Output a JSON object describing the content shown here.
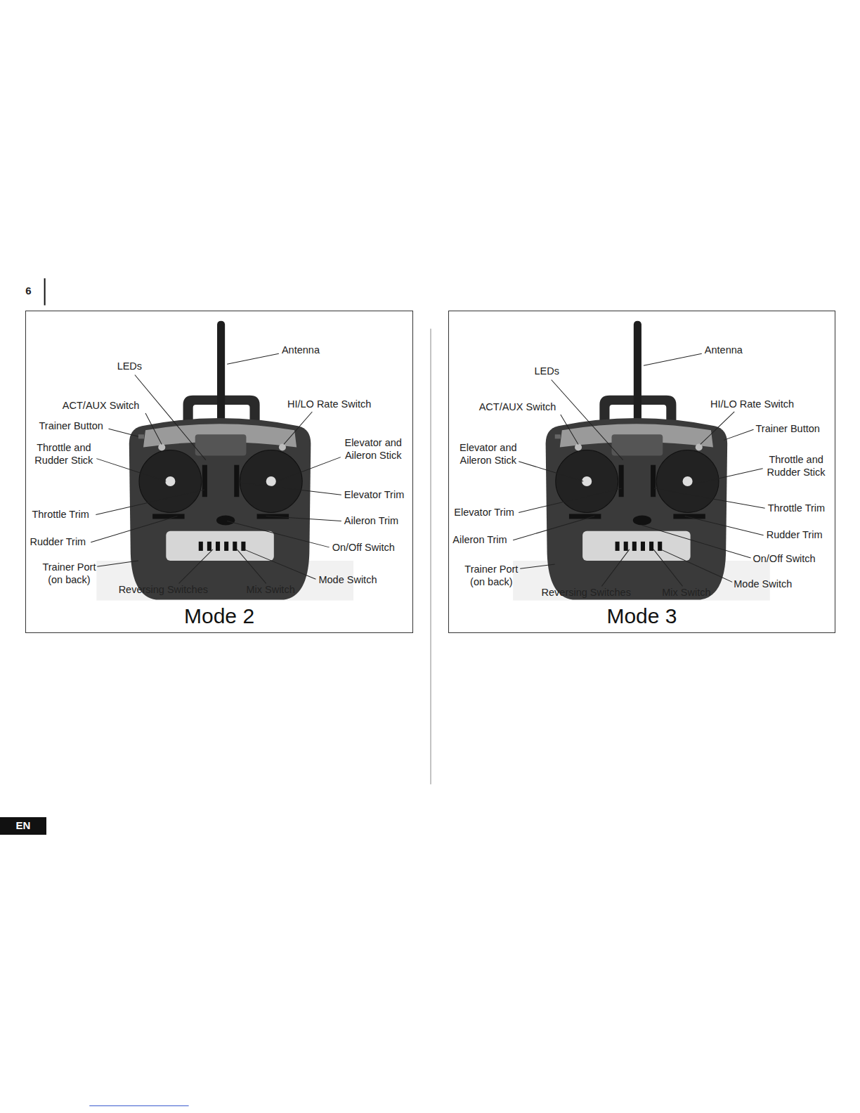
{
  "diagram": {
    "nodes": [
      {
        "text": [
          "Mode 2"
        ]
      },
      {
        "text": [
          "Mode 3"
        ]
      },
      {
        "text": [
          "EN"
        ]
      }
    ],
    "labels": [
      "6",
      "Antenna",
      "LEDs",
      "ACT/AUX Switch",
      "HI/LO Rate Switch",
      "Trainer Button",
      "Throttle and Rudder Stick",
      "Elevator and Aileron Stick",
      "Elevator Trim",
      "Throttle Trim",
      "Aileron Trim",
      "Rudder Trim",
      "On/Off Switch",
      "Trainer Port (on back)",
      "Reversing Switches",
      "Mix Switch",
      "Mode Switch",
      "Antenna",
      "LEDs",
      "ACT/AUX Switch",
      "HI/LO Rate Switch",
      "Trainer Button",
      "Elevator and Aileron Stick",
      "Throttle and Rudder Stick",
      "Elevator Trim",
      "Throttle Trim",
      "Aileron Trim",
      "Rudder Trim",
      "On/Off Switch",
      "Trainer Port (on back)",
      "Reversing Switches",
      "Mix Switch",
      "Mode Switch"
    ]
  }
}
